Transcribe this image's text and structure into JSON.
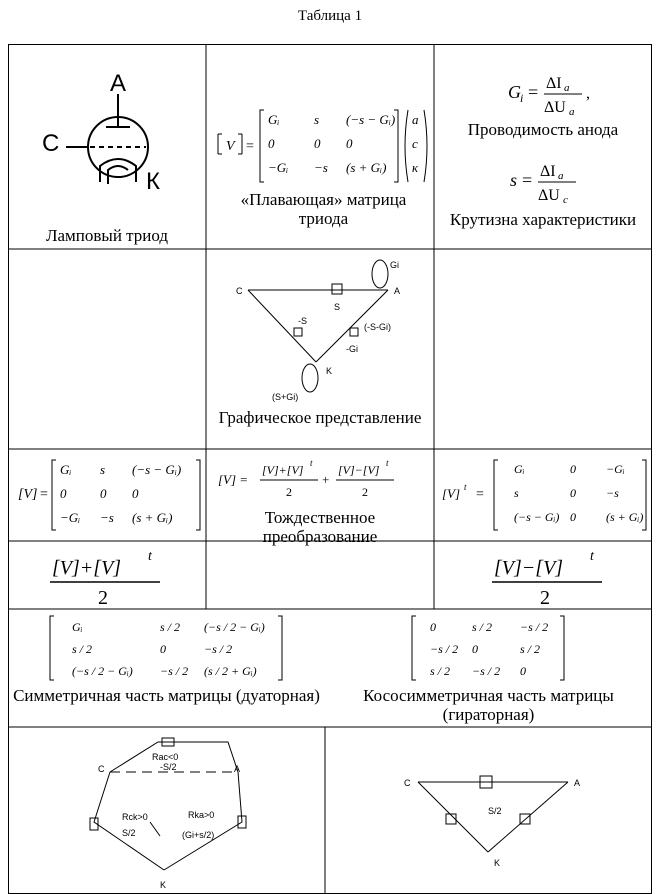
{
  "caption": "Таблица 1",
  "row1": {
    "triode_caption": "Ламповый триод",
    "triode_labels": {
      "anode": "А",
      "grid": "С",
      "cathode": "К"
    },
    "matrix_caption": "«Плавающая» матрица триода",
    "conductance_caption": "Проводимость анода",
    "transconductance_caption": "Крутизна характеристики",
    "formula_gi": {
      "lhs": "G",
      "lhs_sub": "i",
      "num": "ΔI",
      "num_sub": "a",
      "den": "ΔU",
      "den_sub": "a",
      "trail": ","
    },
    "formula_s": {
      "lhs": "s",
      "num": "ΔI",
      "num_sub": "a",
      "den": "ΔU",
      "den_sub": "c"
    }
  },
  "floating_matrix": {
    "rows": [
      [
        "G_i",
        "s",
        "(−s − G_i)"
      ],
      [
        "0",
        "0",
        "0"
      ],
      [
        "−G_i",
        "−s",
        "(s + G_i)"
      ]
    ],
    "vector": [
      "a",
      "c",
      "к"
    ]
  },
  "row2": {
    "graph_caption": "Графическое представление",
    "graph_labels": {
      "c": "C",
      "a": "A",
      "k": "K",
      "s": "S",
      "minus_s": "-S",
      "minus_s_gi": "(-S-Gi)",
      "minus_gi": "-Gi",
      "gi": "Gi",
      "s_gi": "(S+Gi)"
    }
  },
  "row3": {
    "identity_caption": "Тождественное преобразование",
    "transposed_matrix": {
      "rows": [
        [
          "G_i",
          "0",
          "−G_i"
        ],
        [
          "s",
          "0",
          "−s"
        ],
        [
          "(−s − G_i)",
          "0",
          "(s + G_i)"
        ]
      ]
    }
  },
  "row5": {
    "symmetric_caption": "Симметричная часть матрицы (дуаторная)",
    "skew_caption": "Кососимметричная часть матрицы (гираторная)",
    "symmetric_matrix": {
      "rows": [
        [
          "G_i",
          "s / 2",
          "(−s / 2 − G_i)"
        ],
        [
          "s / 2",
          "0",
          "−s / 2"
        ],
        [
          "(−s / 2 − G_i)",
          "−s / 2",
          "(s / 2 + G_i)"
        ]
      ]
    },
    "skew_matrix": {
      "rows": [
        [
          "0",
          "s / 2",
          "−s / 2"
        ],
        [
          "−s / 2",
          "0",
          "s / 2"
        ],
        [
          "s / 2",
          "−s / 2",
          "0"
        ]
      ]
    }
  },
  "row6": {
    "dual_labels": {
      "c": "C",
      "a": "A",
      "k": "K",
      "rac": "Rac<0",
      "rac_val": "-S/2",
      "rck": "Rck>0",
      "rck_val": "S/2",
      "rka": "Rka>0",
      "rka_val": "(Gi+s/2)"
    },
    "gyr_labels": {
      "c": "C",
      "a": "A",
      "k": "K",
      "s2": "S/2"
    }
  }
}
